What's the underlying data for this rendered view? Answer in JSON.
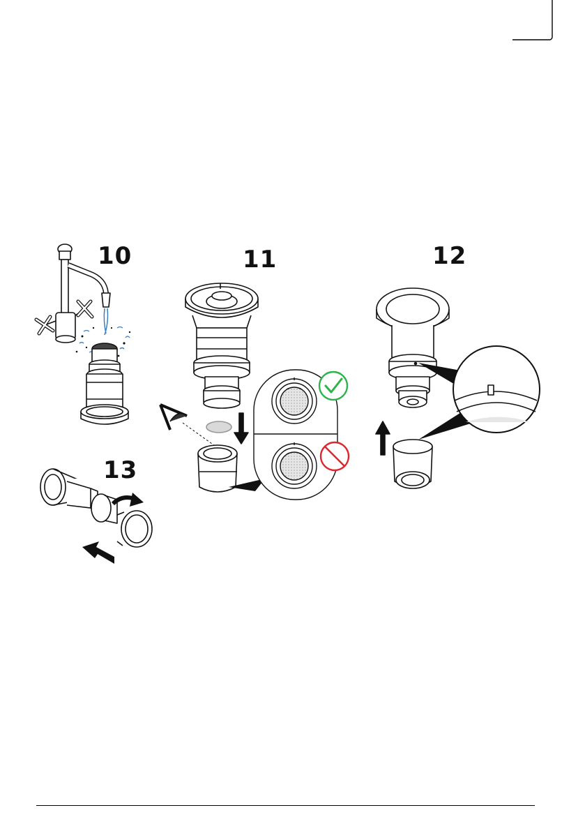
{
  "steps": [
    {
      "number": "10",
      "icon": "faucet-rinse-icon"
    },
    {
      "number": "11",
      "icon": "filter-insert-icon"
    },
    {
      "number": "12",
      "icon": "cap-alignment-icon"
    },
    {
      "number": "13",
      "icon": "twist-assemble-icon"
    }
  ],
  "status_icons": {
    "correct": {
      "name": "check-icon",
      "color": "#2db34a"
    },
    "incorrect": {
      "name": "prohibited-icon",
      "color": "#e0262d"
    }
  },
  "colors": {
    "line": "#111111",
    "water": "#3a7fc4",
    "filter": "#d9d9d9"
  }
}
